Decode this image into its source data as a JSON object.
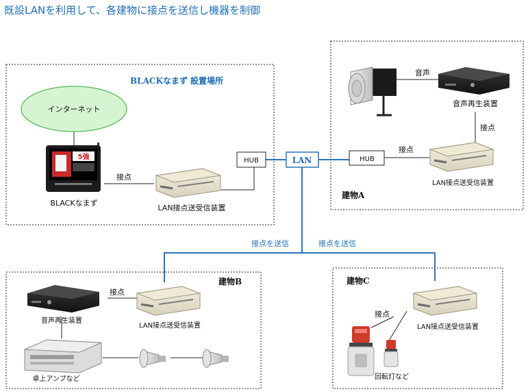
{
  "title": "既設LANを利用して、各建物に接点を送信し機器を制御",
  "lan_label": "LAN",
  "colors": {
    "network": "#2a73b8",
    "title": "#1f6fb5",
    "ellipse_fill": "#d6f4d2",
    "ellipse_stroke": "#6cc06a"
  },
  "black_site": {
    "label": "BLACKなまず 設置場所",
    "internet": "インターネット",
    "device_name": "BLACKなまず",
    "screen_text": "5強",
    "contact": "接点",
    "lan_device": "LAN接点送受信装置",
    "hub": "HUB"
  },
  "building_a": {
    "label": "建物A",
    "audio": "音声",
    "player": "音声再生装置",
    "contact_v": "接点",
    "contact_h": "接点",
    "hub": "HUB",
    "lan_device": "LAN接点送受信装置"
  },
  "building_b": {
    "label": "建物B",
    "player": "音声再生装置",
    "contact": "接点",
    "lan_device": "LAN接点送受信装置",
    "amp": "卓上アンプなど",
    "send_label": "接点を送信"
  },
  "building_c": {
    "label": "建物C",
    "contact": "接点",
    "lan_device": "LAN接点送受信装置",
    "lamp": "回転灯など",
    "send_label": "接点を送信"
  }
}
